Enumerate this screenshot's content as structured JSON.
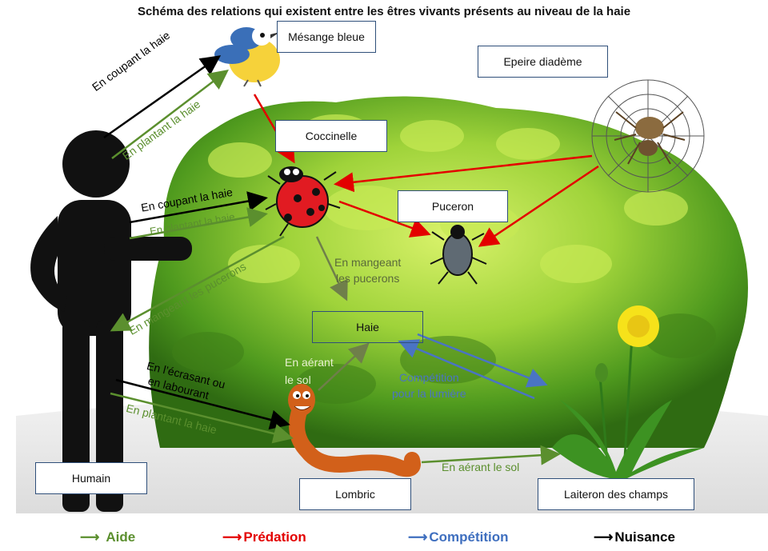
{
  "title": "Schéma des relations qui existent entre les êtres vivants présents au niveau de la haie",
  "boxes": {
    "mesange": "Mésange bleue",
    "epeire": "Epeire diadème",
    "coccinelle": "Coccinelle",
    "puceron": "Puceron",
    "haie": "Haie",
    "humain": "Humain",
    "lombric": "Lombric",
    "laiteron": "Laiteron des champs"
  },
  "labels": {
    "coupant_haie_bird": "En coupant la haie",
    "plantant_haie_bird": "En plantant la haie",
    "coupant_haie_ladybug": "En coupant la haie",
    "plantant_haie_ladybug": "En plantant la haie",
    "mangeant_pucerons_human": "En mangeant les pucerons",
    "mangeant_pucerons_haie_1": "En mangeant",
    "mangeant_pucerons_haie_2": "les pucerons",
    "aerant_sol_haie_1": "En aérant",
    "aerant_sol_haie_2": "le sol",
    "competition_1": "Compétition",
    "competition_2": "pour la lumière",
    "ecrasant_1": "En l’écrasant ou",
    "ecrasant_2": "en labourant",
    "plantant_haie_worm": "En plantant la haie",
    "aerant_sol_laiteron": "En aérant le sol"
  },
  "legend": [
    {
      "arrow": "⟶",
      "label": "Aide",
      "color": "#5b8f2e"
    },
    {
      "arrow": "⟶",
      "label": "Prédation",
      "color": "#e30000"
    },
    {
      "arrow": "⟶",
      "label": "Compétition",
      "color": "#3f6fbf"
    },
    {
      "arrow": "⟶",
      "label": "Nuisance",
      "color": "#000000"
    }
  ],
  "colors": {
    "aide": "#5b8f2e",
    "predation": "#e30000",
    "competition": "#4a74c4",
    "nuisance": "#000000",
    "box_border": "#2f4f7a"
  }
}
